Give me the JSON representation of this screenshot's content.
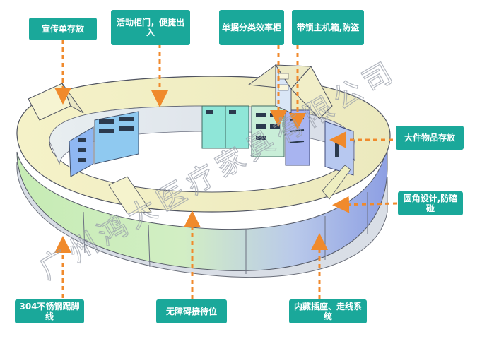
{
  "callouts": {
    "flyer_storage": "宣传单存放",
    "movable_door": "活动柜门，便捷出入",
    "document_sorting": "单据分类效率柜",
    "lockable_host": "带锁主机箱,防盗",
    "large_items": "大件物品存放",
    "rounded_corner": "圆角设计,防磕碰",
    "steel_kick": "304不锈钢踢脚线",
    "accessible_reception": "无障碍接待位",
    "hidden_sockets": "内藏插座、走线系统"
  },
  "watermark": "广州鸿大医疗家具有限公司",
  "colors": {
    "callout_bg": "#1aa89a",
    "arrow": "#f08a2c",
    "counter_top": "#f3f0c2",
    "counter_front_left": "#c9ecb5",
    "counter_front_right": "#8fa2e4",
    "cabinet_teal": "#8fe6d8",
    "cabinet_blue": "#8fb7f2"
  }
}
